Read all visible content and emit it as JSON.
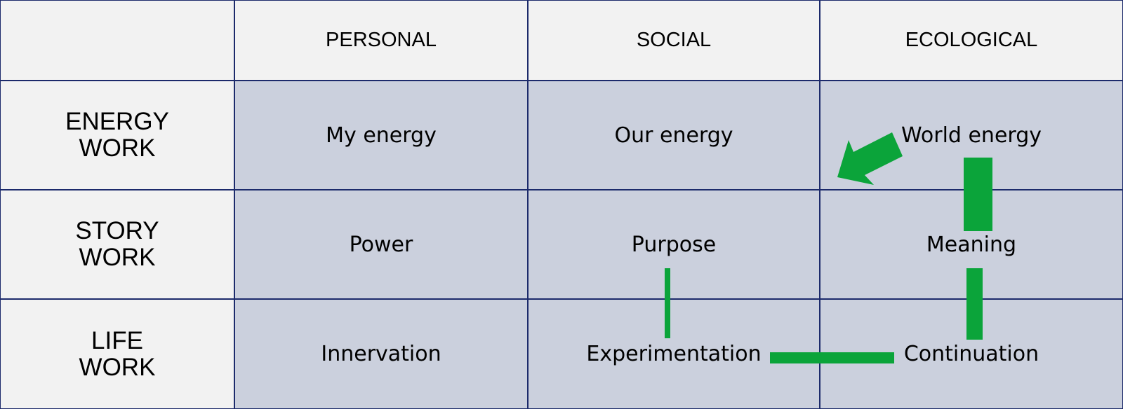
{
  "columns": [
    "PERSONAL",
    "SOCIAL",
    "ECOLOGICAL"
  ],
  "rows": [
    {
      "label_line1": "ENERGY",
      "label_line2": "WORK",
      "cells": [
        "My energy",
        "Our energy",
        "World energy"
      ]
    },
    {
      "label_line1": "STORY",
      "label_line2": "WORK",
      "cells": [
        "Power",
        "Purpose",
        "Meaning"
      ]
    },
    {
      "label_line1": "LIFE",
      "label_line2": "WORK",
      "cells": [
        "Innervation",
        "Experimentation",
        "Continuation"
      ]
    }
  ],
  "colors": {
    "grid_line": "#1c2a6b",
    "header_bg": "#f2f2f2",
    "body_bg": "#cbd0dd",
    "arrow": "#0ba43a"
  }
}
